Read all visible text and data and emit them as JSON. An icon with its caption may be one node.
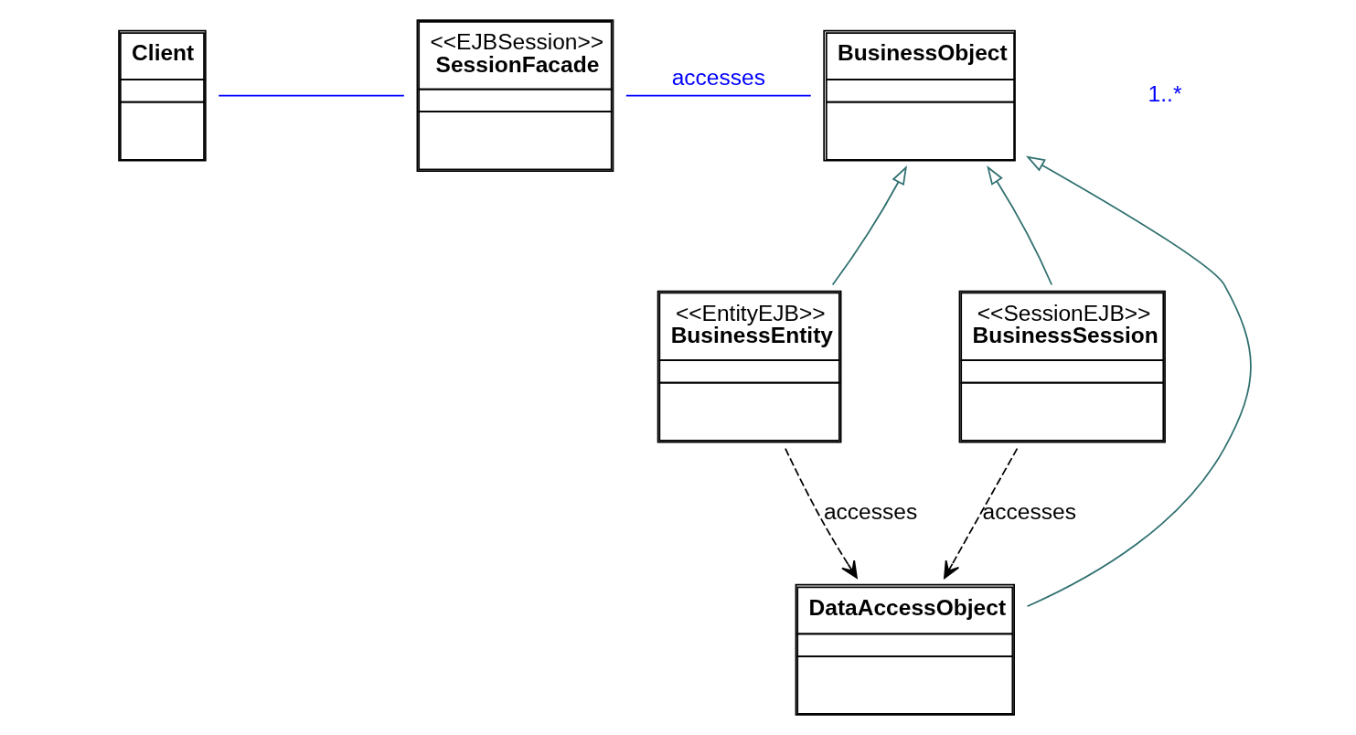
{
  "diagram": {
    "nodes": [
      {
        "text": [
          "Client"
        ]
      },
      {
        "text": [
          "<<EJBSession>>",
          "SessionFacade"
        ]
      },
      {
        "text": [
          "BusinessObject"
        ]
      },
      {
        "text": [
          "<<EntityEJB>>",
          "BusinessEntity"
        ]
      },
      {
        "text": [
          "<<SessionEJB>>",
          "BusinessSession"
        ]
      },
      {
        "text": [
          "DataAccessObject"
        ]
      }
    ],
    "edges": [
      {
        "from": 0,
        "to": 1,
        "arrow": "none",
        "color": "#0000ff"
      },
      {
        "from": 1,
        "to": 2,
        "arrow": "none",
        "label": "accesses",
        "color": "#0000ff"
      },
      {
        "from": 3,
        "to": 2,
        "arrow": "to",
        "color": "#2f6f6f"
      },
      {
        "from": 5,
        "to": 2,
        "arrow": "to",
        "color": "#2f6f6f"
      },
      {
        "from": 4,
        "to": 2,
        "arrow": "to",
        "color": "#2f6f6f"
      },
      {
        "from": 3,
        "to": 5,
        "arrow": "to",
        "label": "accesses",
        "style": "dashed",
        "color": "#000000"
      },
      {
        "from": 4,
        "to": 5,
        "arrow": "to",
        "label": "accesses",
        "style": "dashed",
        "color": "#000000"
      }
    ],
    "labels": [
      "1..*"
    ]
  }
}
